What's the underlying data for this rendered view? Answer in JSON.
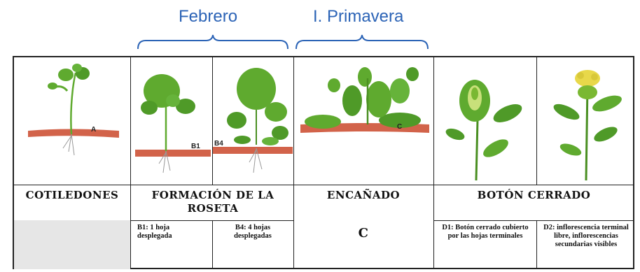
{
  "labels": {
    "febrero": "Febrero",
    "primavera": "I. Primavera"
  },
  "stages": {
    "cotiledones": "COTILEDONES",
    "roseta": "FORMACIÓN DE LA ROSETA",
    "encanado": "ENCAÑADO",
    "boton": "BOTÓN CERRADO"
  },
  "substages": {
    "b1": "B1: 1 hoja desplegada",
    "b4": "B4: 4 hojas desplegadas",
    "c": "C",
    "d1": "D1: Botón cerrado cubierto por las hojas terminales",
    "d2": "D2: inflorescencia terminal libre, inflorescencias secundarias visibles"
  },
  "image_letters": {
    "a": "A",
    "b1": "B1",
    "b4": "B4",
    "c": "C"
  },
  "colors": {
    "accent_blue": "#2b63b6",
    "leaf_green": "#5faa2f",
    "soil_red": "#d2634a",
    "flower_yellow": "#e8d84a",
    "cell_grey": "#e6e6e6"
  }
}
